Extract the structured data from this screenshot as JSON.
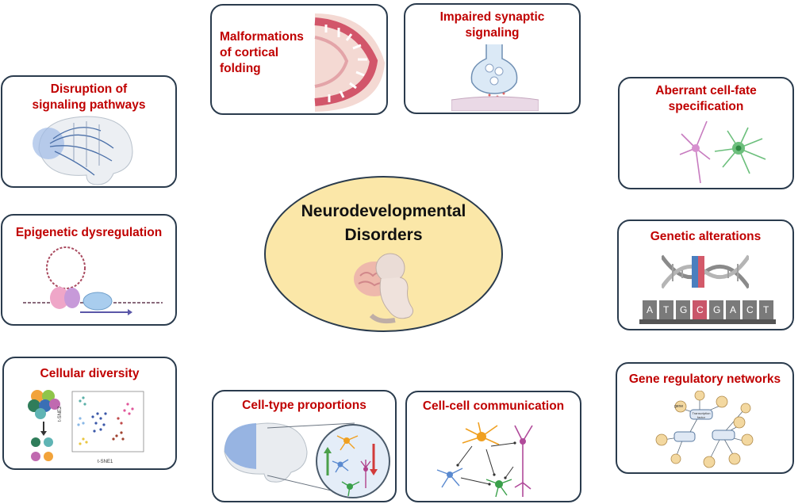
{
  "center": {
    "line1": "Neurodevelopmental",
    "line2": "Disorders"
  },
  "boxes": {
    "cortical": {
      "line1": "Malformations",
      "line2": "of cortical",
      "line3": "folding"
    },
    "synaptic": {
      "line1": "Impaired synaptic",
      "line2": "signaling"
    },
    "signaling": {
      "line1": "Disruption of",
      "line2": "signaling pathways"
    },
    "cellfate": {
      "line1": "Aberrant cell-fate",
      "line2": "specification"
    },
    "epigenetic": {
      "line1": "Epigenetic dysregulation"
    },
    "genetic": {
      "line1": "Genetic alterations",
      "bases": [
        "A",
        "T",
        "G",
        "C",
        "G",
        "A",
        "C",
        "T"
      ]
    },
    "diversity": {
      "line1": "Cellular diversity",
      "yaxis": "t-SNE2",
      "xaxis": "t-SNE1"
    },
    "proportions": {
      "line1": "Cell-type proportions"
    },
    "communication": {
      "line1": "Cell-cell communication"
    },
    "grn": {
      "line1": "Gene regulatory networks",
      "gene": "gene",
      "tf": "Transcription factor"
    }
  },
  "colors": {
    "label": "#c00000",
    "border": "#2a3b4d",
    "ellipse": "#fbe7a8"
  }
}
